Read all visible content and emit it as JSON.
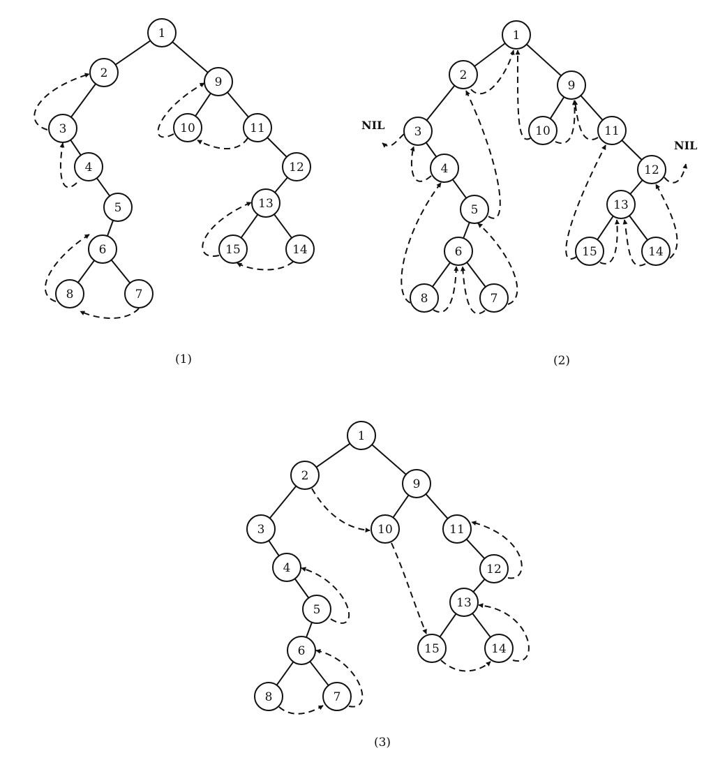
{
  "diagrams": [
    {
      "id": "d1",
      "caption": "(1)",
      "nodes": [
        {
          "id": "1",
          "label": "1"
        },
        {
          "id": "2",
          "label": "2"
        },
        {
          "id": "3",
          "label": "3"
        },
        {
          "id": "4",
          "label": "4"
        },
        {
          "id": "5",
          "label": "5"
        },
        {
          "id": "6",
          "label": "6"
        },
        {
          "id": "8",
          "label": "8"
        },
        {
          "id": "7",
          "label": "7"
        },
        {
          "id": "9",
          "label": "9"
        },
        {
          "id": "10",
          "label": "10"
        },
        {
          "id": "11",
          "label": "11"
        },
        {
          "id": "12",
          "label": "12"
        },
        {
          "id": "13",
          "label": "13"
        },
        {
          "id": "15",
          "label": "15"
        },
        {
          "id": "14",
          "label": "14"
        }
      ],
      "edges": [
        [
          "1",
          "2"
        ],
        [
          "1",
          "9"
        ],
        [
          "2",
          "3"
        ],
        [
          "3",
          "4"
        ],
        [
          "4",
          "5"
        ],
        [
          "5",
          "6"
        ],
        [
          "6",
          "8"
        ],
        [
          "6",
          "7"
        ],
        [
          "9",
          "10"
        ],
        [
          "9",
          "11"
        ],
        [
          "11",
          "12"
        ],
        [
          "12",
          "13"
        ],
        [
          "13",
          "15"
        ],
        [
          "13",
          "14"
        ]
      ],
      "threads": [
        [
          "3",
          "2"
        ],
        [
          "4",
          "3"
        ],
        [
          "8",
          "6"
        ],
        [
          "7",
          "8"
        ],
        [
          "10",
          "9"
        ],
        [
          "11",
          "10"
        ],
        [
          "15",
          "13"
        ],
        [
          "14",
          "15"
        ]
      ],
      "nil_labels": []
    },
    {
      "id": "d2",
      "caption": "(2)",
      "nodes": [
        {
          "id": "1",
          "label": "1"
        },
        {
          "id": "2",
          "label": "2"
        },
        {
          "id": "3",
          "label": "3"
        },
        {
          "id": "4",
          "label": "4"
        },
        {
          "id": "5",
          "label": "5"
        },
        {
          "id": "6",
          "label": "6"
        },
        {
          "id": "8",
          "label": "8"
        },
        {
          "id": "7",
          "label": "7"
        },
        {
          "id": "9",
          "label": "9"
        },
        {
          "id": "10",
          "label": "10"
        },
        {
          "id": "11",
          "label": "11"
        },
        {
          "id": "12",
          "label": "12"
        },
        {
          "id": "13",
          "label": "13"
        },
        {
          "id": "15",
          "label": "15"
        },
        {
          "id": "14",
          "label": "14"
        }
      ],
      "edges": [
        [
          "1",
          "2"
        ],
        [
          "1",
          "9"
        ],
        [
          "2",
          "3"
        ],
        [
          "3",
          "4"
        ],
        [
          "4",
          "5"
        ],
        [
          "5",
          "6"
        ],
        [
          "6",
          "8"
        ],
        [
          "6",
          "7"
        ],
        [
          "9",
          "10"
        ],
        [
          "9",
          "11"
        ],
        [
          "11",
          "12"
        ],
        [
          "12",
          "13"
        ],
        [
          "13",
          "15"
        ],
        [
          "13",
          "14"
        ]
      ],
      "threads": [
        [
          "2",
          "1"
        ],
        [
          "4",
          "3"
        ],
        [
          "5",
          "2"
        ],
        [
          "8",
          "4"
        ],
        [
          "8",
          "6"
        ],
        [
          "7",
          "6"
        ],
        [
          "7",
          "5"
        ],
        [
          "10",
          "1"
        ],
        [
          "10",
          "9"
        ],
        [
          "11",
          "9"
        ],
        [
          "15",
          "11"
        ],
        [
          "15",
          "13"
        ],
        [
          "14",
          "13"
        ],
        [
          "14",
          "12"
        ]
      ],
      "nil_labels": [
        {
          "text": "NIL",
          "from": "3"
        },
        {
          "text": "NIL",
          "from": "12"
        }
      ]
    },
    {
      "id": "d3",
      "caption": "(3)",
      "nodes": [
        {
          "id": "1",
          "label": "1"
        },
        {
          "id": "2",
          "label": "2"
        },
        {
          "id": "3",
          "label": "3"
        },
        {
          "id": "4",
          "label": "4"
        },
        {
          "id": "5",
          "label": "5"
        },
        {
          "id": "6",
          "label": "6"
        },
        {
          "id": "8",
          "label": "8"
        },
        {
          "id": "7",
          "label": "7"
        },
        {
          "id": "9",
          "label": "9"
        },
        {
          "id": "10",
          "label": "10"
        },
        {
          "id": "11",
          "label": "11"
        },
        {
          "id": "12",
          "label": "12"
        },
        {
          "id": "13",
          "label": "13"
        },
        {
          "id": "15",
          "label": "15"
        },
        {
          "id": "14",
          "label": "14"
        }
      ],
      "edges": [
        [
          "1",
          "2"
        ],
        [
          "1",
          "9"
        ],
        [
          "2",
          "3"
        ],
        [
          "3",
          "4"
        ],
        [
          "4",
          "5"
        ],
        [
          "5",
          "6"
        ],
        [
          "6",
          "8"
        ],
        [
          "6",
          "7"
        ],
        [
          "9",
          "10"
        ],
        [
          "9",
          "11"
        ],
        [
          "11",
          "12"
        ],
        [
          "12",
          "13"
        ],
        [
          "13",
          "15"
        ],
        [
          "13",
          "14"
        ]
      ],
      "threads": [
        [
          "2",
          "10"
        ],
        [
          "5",
          "4"
        ],
        [
          "7",
          "6"
        ],
        [
          "8",
          "7"
        ],
        [
          "10",
          "15"
        ],
        [
          "12",
          "11"
        ],
        [
          "14",
          "13"
        ],
        [
          "15",
          "14"
        ]
      ],
      "nil_labels": []
    }
  ]
}
